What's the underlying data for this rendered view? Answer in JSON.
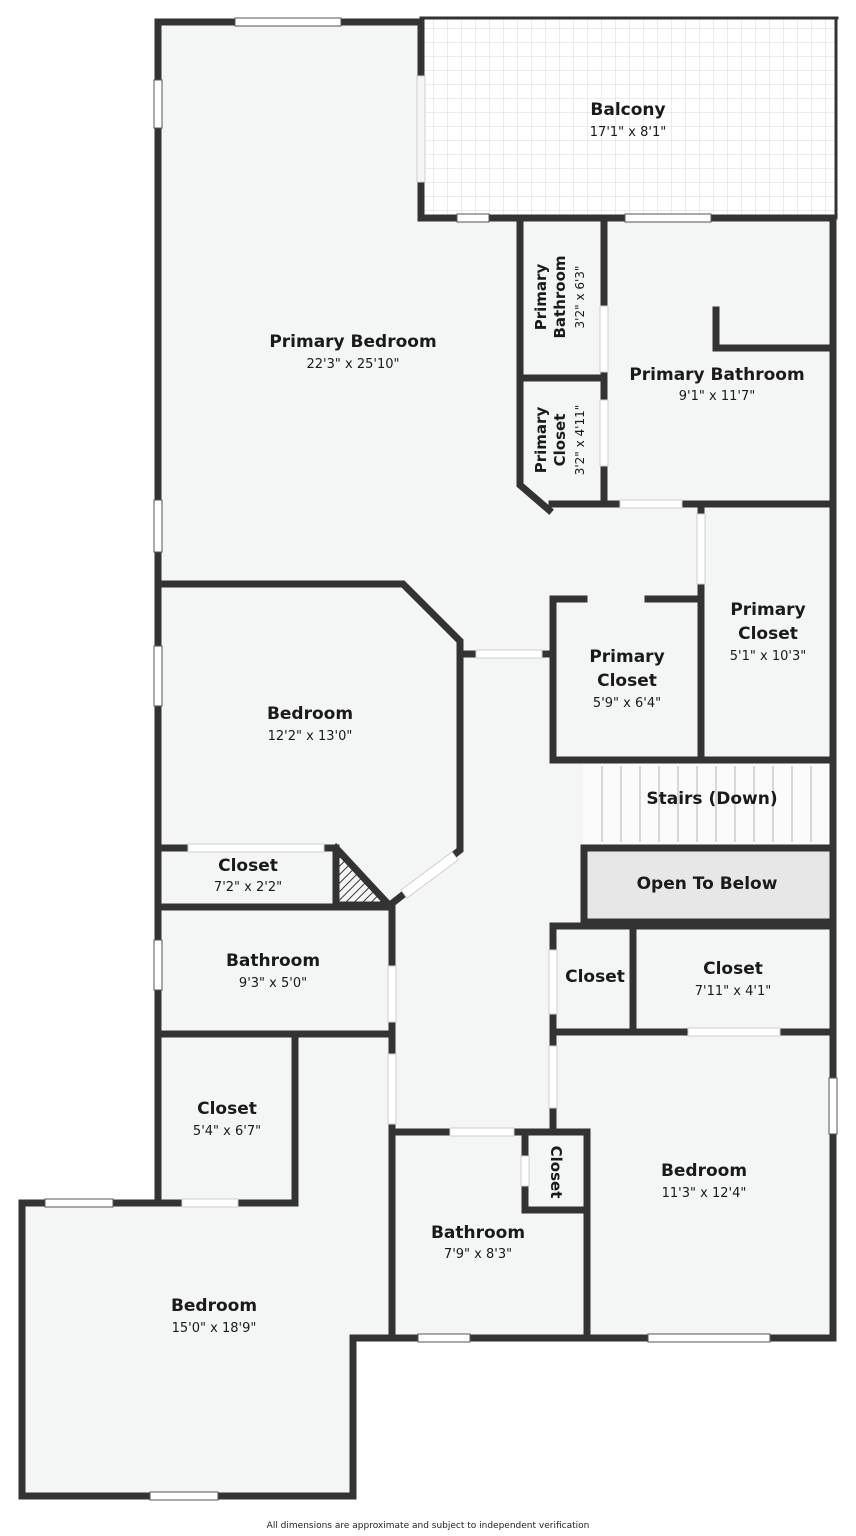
{
  "rooms": {
    "balcony": {
      "name": "Balcony",
      "dim": "17'1\" x 8'1\""
    },
    "primary_bedroom": {
      "name": "Primary Bedroom",
      "dim": "22'3\" x 25'10\""
    },
    "primary_bathroom_small": {
      "name_line1": "Primary",
      "name_line2": "Bathroom",
      "dim": "3'2\" x 6'3\""
    },
    "primary_bathroom": {
      "name": "Primary Bathroom",
      "dim": "9'1\" x 11'7\""
    },
    "primary_closet_small": {
      "name_line1": "Primary",
      "name_line2": "Closet",
      "dim": "3'2\" x 4'11\""
    },
    "primary_closet_right": {
      "name_line1": "Primary",
      "name_line2": "Closet",
      "dim": "5'1\" x 10'3\""
    },
    "primary_closet_mid": {
      "name_line1": "Primary",
      "name_line2": "Closet",
      "dim": "5'9\" x 6'4\""
    },
    "bedroom_left": {
      "name": "Bedroom",
      "dim": "12'2\" x 13'0\""
    },
    "stairs": {
      "name": "Stairs (Down)"
    },
    "open_to_below": {
      "name": "Open To Below"
    },
    "closet_left": {
      "name": "Closet",
      "dim": "7'2\" x 2'2\""
    },
    "bathroom_left": {
      "name": "Bathroom",
      "dim": "9'3\" x 5'0\""
    },
    "closet_mid_small": {
      "name": "Closet"
    },
    "closet_right": {
      "name": "Closet",
      "dim": "7'11\" x 4'1\""
    },
    "closet_lower_left": {
      "name": "Closet",
      "dim": "5'4\" x 6'7\""
    },
    "bedroom_right": {
      "name": "Bedroom",
      "dim": "11'3\" x 12'4\""
    },
    "closet_vertical": {
      "name": "Closet"
    },
    "bathroom_bottom": {
      "name": "Bathroom",
      "dim": "7'9\" x 8'3\""
    },
    "bedroom_bottom": {
      "name": "Bedroom",
      "dim": "15'0\" x 18'9\""
    }
  },
  "footer": {
    "disclaimer": "All dimensions are approximate and subject to independent verification"
  },
  "colors": {
    "wall": "#333333",
    "floor": "#f4f5f5",
    "open_to_below": "#e7e7e7",
    "window": "#ffffff"
  }
}
